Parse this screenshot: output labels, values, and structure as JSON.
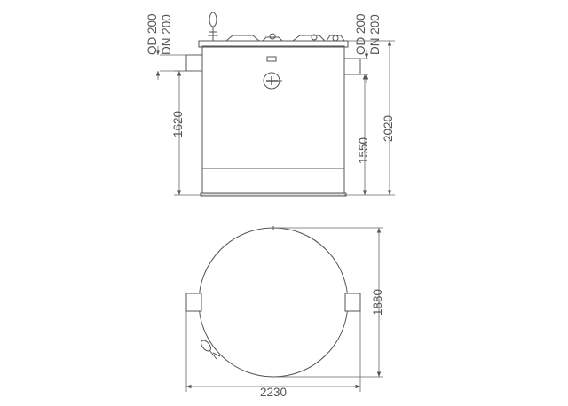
{
  "labels": {
    "pipe_left_od": "OD 200",
    "pipe_left_dn": "DN 200",
    "pipe_right_od": "OD 200",
    "pipe_right_dn": "DN 200"
  },
  "dimensions": {
    "inlet_height": "1620",
    "outlet_height": "1550",
    "total_height": "2020",
    "diameter": "1880",
    "total_width": "2230"
  },
  "colors": {
    "line": "#555555",
    "dim_line": "#666666",
    "text": "#555555"
  }
}
